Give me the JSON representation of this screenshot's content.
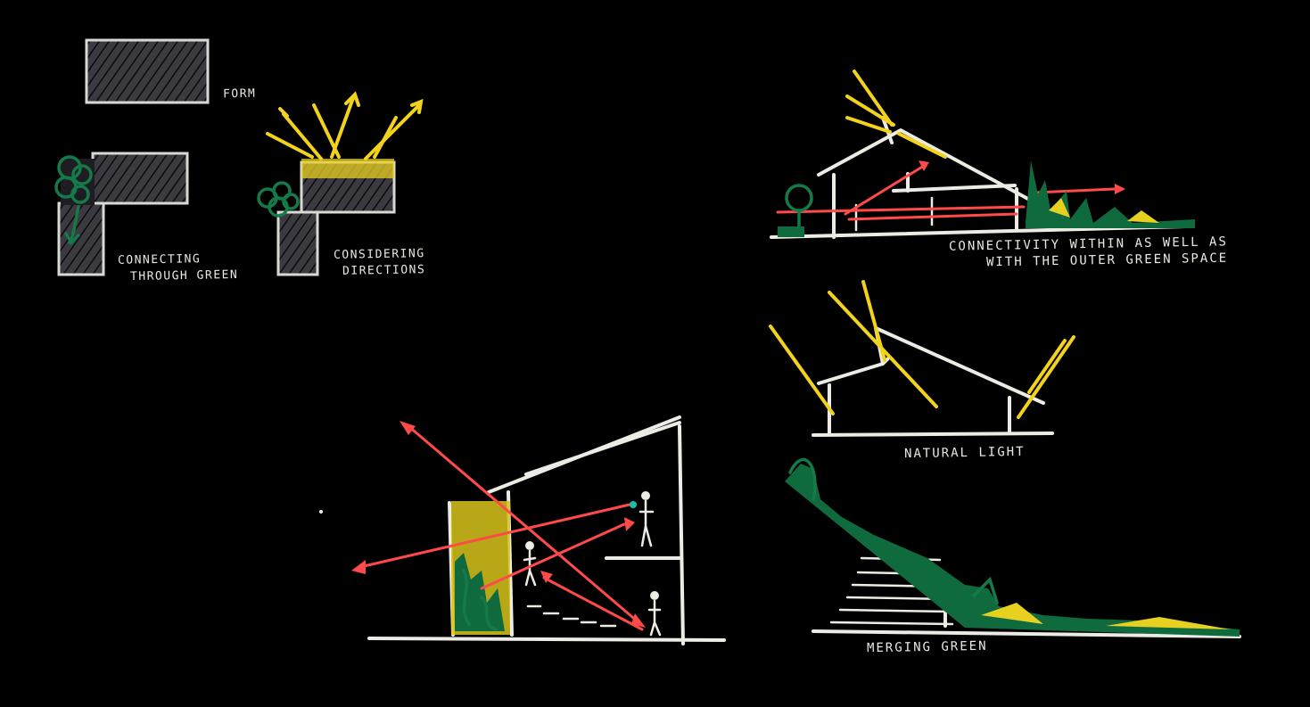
{
  "labels": {
    "form": "FORM",
    "connecting_line1": "CONNECTING",
    "connecting_line2": "THROUGH GREEN",
    "considering_line1": "CONSIDERING",
    "considering_line2": "DIRECTIONS",
    "connectivity_line1": "CONNECTIVITY WITHIN AS WELL AS",
    "connectivity_line2": "WITH THE OUTER GREEN SPACE",
    "natural_light": "NATURAL LIGHT",
    "merging_green": "MERGING GREEN"
  },
  "colors": {
    "background": "#000000",
    "linework": "#ecece4",
    "sunlight": "#f2d21b",
    "circulation_arrows": "#ff4a4a",
    "greenery": "#0f6a3e"
  }
}
